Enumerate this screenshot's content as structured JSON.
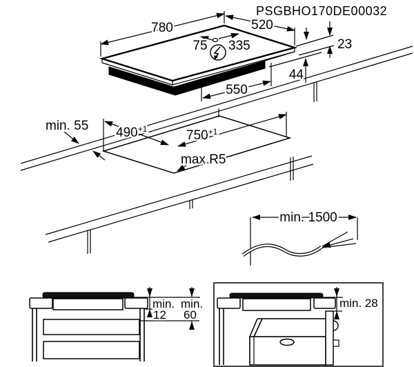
{
  "header": {
    "code": "PSGBHO170DE00032"
  },
  "hob": {
    "width": "780",
    "depth": "520",
    "cable_offset_left": "75",
    "cable_offset_right": "335",
    "height_above_worktop": "23",
    "height_below_worktop": "44",
    "base_width": "550"
  },
  "cutout": {
    "rear_clearance": "min. 55",
    "depth": "490",
    "depth_tolerance": "+1",
    "width": "750",
    "width_tolerance": "+1",
    "corner_radius": "max R5"
  },
  "cable": {
    "length": "min. 1500"
  },
  "drawer_view": {
    "gap1_prefix": "min.",
    "gap1_value": "12",
    "gap2_prefix": "min.",
    "gap2_value": "60"
  },
  "oven_view": {
    "gap": "min. 28"
  }
}
